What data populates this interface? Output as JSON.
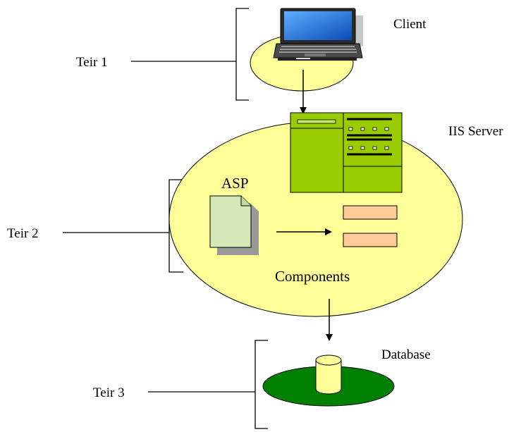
{
  "tiers": {
    "tier1": "Teir 1",
    "tier2": "Teir 2",
    "tier3": "Teir 3"
  },
  "nodes": {
    "client": "Client",
    "server": "IIS Server",
    "asp": "ASP",
    "components": "Components",
    "database": "Database"
  },
  "colors": {
    "ellipse_fill": "#ffff99",
    "server_green": "#99cc00",
    "component_box": "#ffcc99",
    "db_platform": "#008000",
    "db_cylinder": "#ffff99",
    "doc_page": "#d6e8b8",
    "screen_blue": "#1e6fd0"
  },
  "icons": {
    "client": "laptop-icon",
    "server": "server-tower-icon",
    "asp": "document-icon",
    "database": "database-cylinder-icon"
  }
}
